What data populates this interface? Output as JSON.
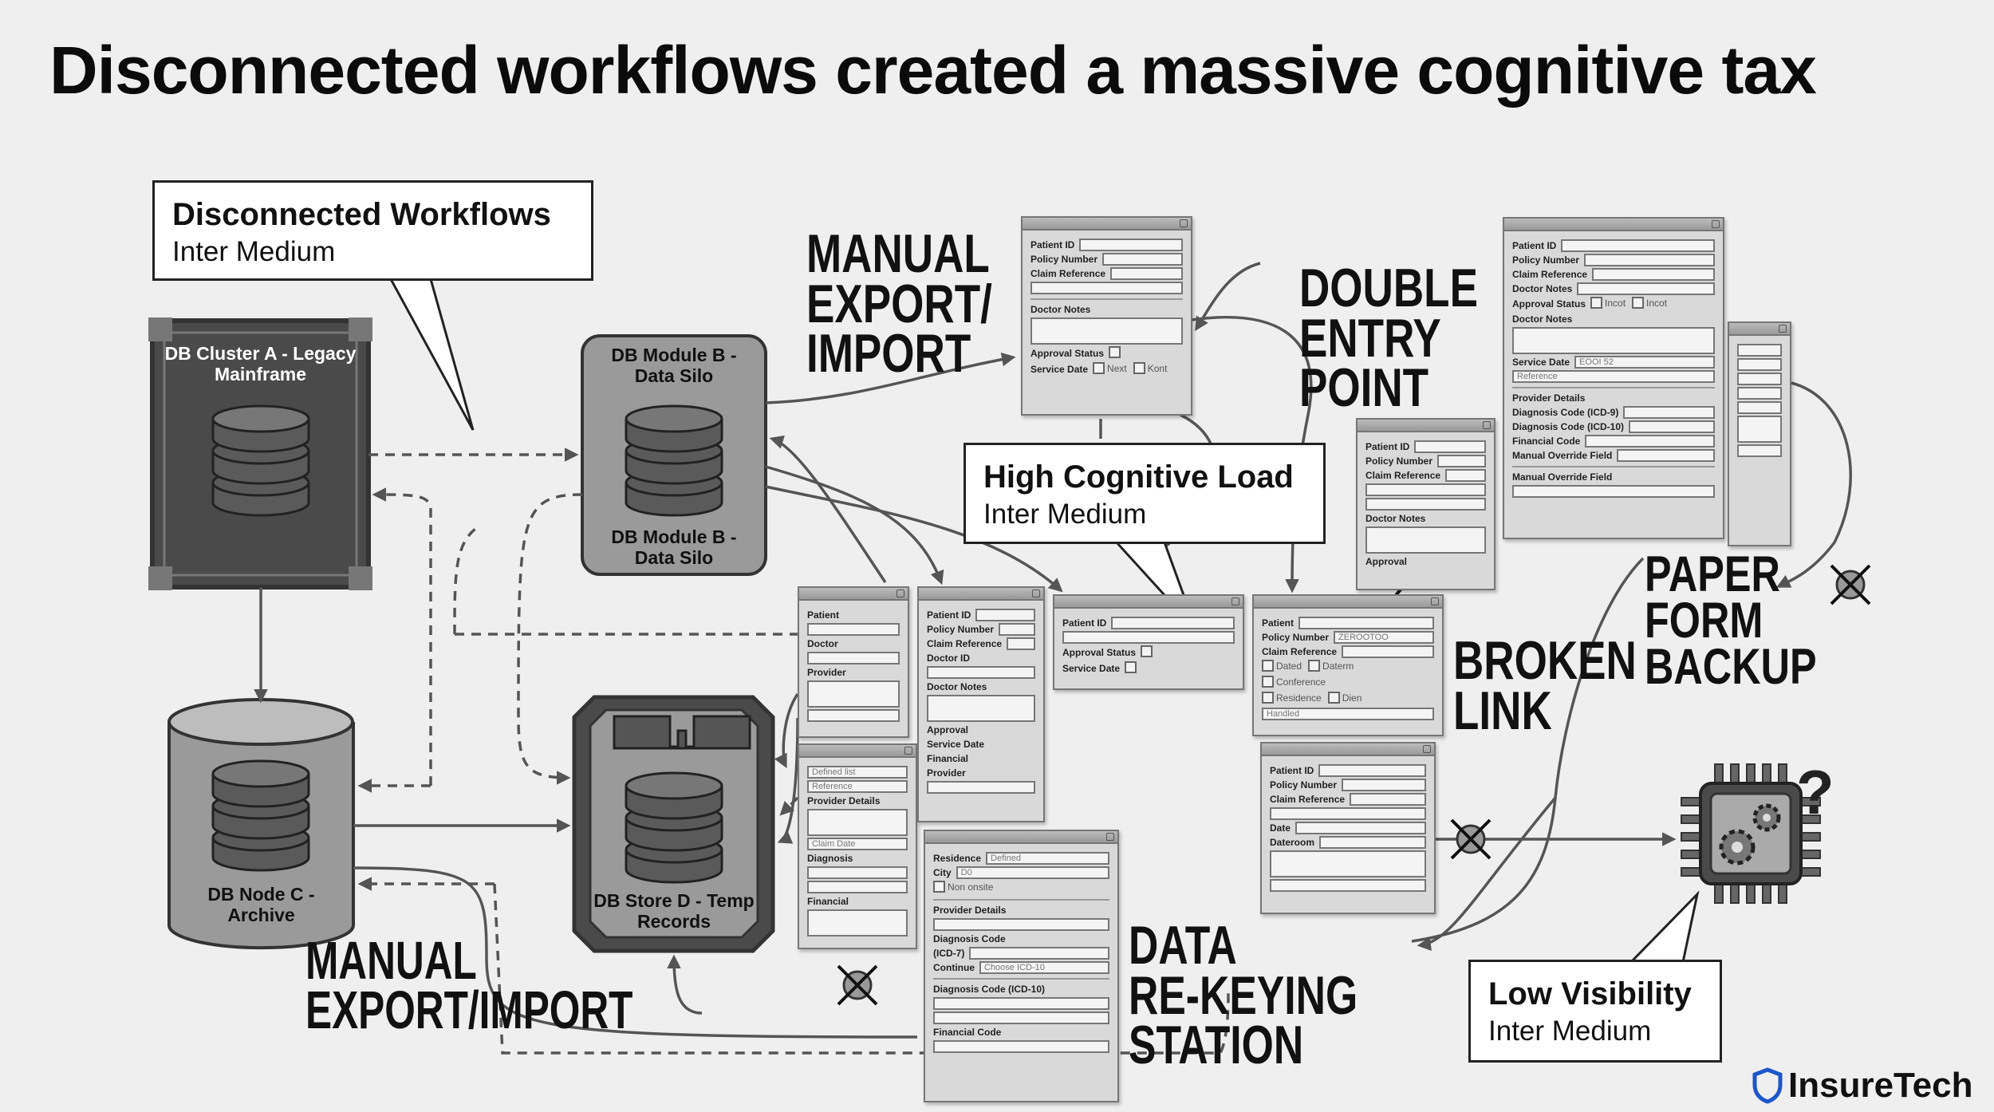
{
  "title": "Disconnected workflows created a massive cognitive tax",
  "callouts": {
    "disconnected": {
      "heading": "Disconnected Workflows",
      "sub": "Inter Medium"
    },
    "cognitive": {
      "heading": "High Cognitive Load",
      "sub": "Inter Medium"
    },
    "visibility": {
      "heading": "Low Visibility",
      "sub": "Inter Medium"
    }
  },
  "databases": {
    "a": "DB Cluster A - Legacy Mainframe",
    "b_top": "DB Module B - Data Silo",
    "b_bottom": "DB Module B - Data Silo",
    "c": "DB Node C - Archive",
    "d": "DB Store D - Temp Records"
  },
  "labels": {
    "manual_top": [
      "MANUAL",
      "EXPORT/",
      "IMPORT"
    ],
    "manual_bottom": [
      "MANUAL",
      "EXPORT/IMPORT"
    ],
    "double_entry": [
      "DOUBLE",
      "ENTRY",
      "POINT"
    ],
    "paper": [
      "PAPER",
      "FORM",
      "BACKUP"
    ],
    "broken": [
      "BROKEN",
      "LINK"
    ],
    "rekeying": [
      "DATA",
      "RE-KEYING",
      "STATION"
    ]
  },
  "logo": {
    "text": "InsureTech",
    "icon": "shield-icon"
  },
  "icons": [
    "database-icon",
    "broken-link-x-icon",
    "chip-gears-icon",
    "question-mark-icon",
    "arrow-icon"
  ],
  "colors": {
    "background": "#efefef",
    "db_dark": "#4a4a4a",
    "db_light": "#9a9a9a",
    "form": "#d9d9d9",
    "line": "#555555"
  },
  "forms": {
    "export": [
      {
        "t": "input",
        "label": "Patient ID"
      },
      {
        "t": "input",
        "label": "Policy Number"
      },
      {
        "t": "input",
        "label": "Claim Reference"
      },
      {
        "t": "full",
        "value": ""
      },
      {
        "t": "head",
        "label": "Doctor Notes"
      },
      {
        "t": "ta"
      },
      {
        "t": "check",
        "label": "Approval Status",
        "opts": [
          ""
        ]
      },
      {
        "t": "check",
        "label": "Service Date",
        "opts": [
          "Next",
          "Kont"
        ]
      }
    ],
    "double": [
      {
        "t": "input",
        "label": "Patient ID"
      },
      {
        "t": "input",
        "label": "Policy Number"
      },
      {
        "t": "input",
        "label": "Claim Reference"
      },
      {
        "t": "input",
        "label": "Doctor Notes"
      },
      {
        "t": "check",
        "label": "Approval Status",
        "opts": [
          "Incot",
          "Incot"
        ]
      },
      {
        "t": "label",
        "label": "Doctor Notes"
      },
      {
        "t": "ta"
      },
      {
        "t": "input",
        "label": "Service Date",
        "value": "EOOI 52"
      },
      {
        "t": "full",
        "value": "Reference"
      },
      {
        "t": "head",
        "label": "Provider Details"
      },
      {
        "t": "input",
        "label": "Diagnosis Code (ICD-9)"
      },
      {
        "t": "input",
        "label": "Diagnosis Code (ICD-10)"
      },
      {
        "t": "input",
        "label": "Financial Code"
      },
      {
        "t": "input",
        "label": "Manual Override Field"
      },
      {
        "t": "head",
        "label": "Manual Override Field"
      },
      {
        "t": "full",
        "value": ""
      }
    ],
    "double_back": [
      {
        "t": "input",
        "label": "Patient ID"
      },
      {
        "t": "input",
        "label": "Policy Number"
      },
      {
        "t": "input",
        "label": "Claim Reference"
      },
      {
        "t": "full",
        "value": ""
      },
      {
        "t": "full",
        "value": ""
      },
      {
        "t": "label",
        "label": "Doctor Notes"
      },
      {
        "t": "ta"
      },
      {
        "t": "label",
        "label": "Approval"
      }
    ],
    "paper_back": [
      {
        "t": "full",
        "value": ""
      },
      {
        "t": "full",
        "value": ""
      },
      {
        "t": "full",
        "value": ""
      },
      {
        "t": "full",
        "value": ""
      },
      {
        "t": "full",
        "value": ""
      },
      {
        "t": "ta"
      },
      {
        "t": "full",
        "value": ""
      }
    ],
    "c1": [
      {
        "t": "label",
        "label": "Patient"
      },
      {
        "t": "full",
        "value": ""
      },
      {
        "t": "label",
        "label": "Doctor"
      },
      {
        "t": "full",
        "value": ""
      },
      {
        "t": "label",
        "label": "Provider"
      },
      {
        "t": "ta"
      },
      {
        "t": "full",
        "value": ""
      }
    ],
    "c2": [
      {
        "t": "input",
        "label": "Patient ID"
      },
      {
        "t": "input",
        "label": "Policy Number"
      },
      {
        "t": "input",
        "label": "Claim Reference"
      },
      {
        "t": "label",
        "label": "Doctor ID"
      },
      {
        "t": "full",
        "value": ""
      },
      {
        "t": "label",
        "label": "Doctor Notes"
      },
      {
        "t": "ta"
      },
      {
        "t": "label",
        "label": "Approval"
      },
      {
        "t": "label",
        "label": "Service Date"
      },
      {
        "t": "label",
        "label": "Financial"
      },
      {
        "t": "label",
        "label": "Provider"
      },
      {
        "t": "full",
        "value": ""
      }
    ],
    "c3": [
      {
        "t": "full",
        "value": "Defined list"
      },
      {
        "t": "full",
        "value": "Reference"
      },
      {
        "t": "label",
        "label": "Provider Details"
      },
      {
        "t": "ta"
      },
      {
        "t": "full",
        "value": "Claim Date"
      },
      {
        "t": "label",
        "label": "Diagnosis"
      },
      {
        "t": "full",
        "value": ""
      },
      {
        "t": "full",
        "value": ""
      },
      {
        "t": "label",
        "label": "Financial"
      },
      {
        "t": "ta"
      }
    ],
    "c4": [
      {
        "t": "input",
        "label": "Patient ID"
      },
      {
        "t": "full",
        "value": ""
      },
      {
        "t": "check",
        "label": "Approval Status",
        "opts": []
      },
      {
        "t": "check",
        "label": "Service Date",
        "opts": []
      }
    ],
    "c5": [
      {
        "t": "input",
        "label": "Patient"
      },
      {
        "t": "input",
        "label": "Policy Number",
        "value": "ZEROOTOO"
      },
      {
        "t": "input",
        "label": "Claim Reference"
      },
      {
        "t": "check",
        "label": "",
        "opts": [
          "Dated",
          "Daterm"
        ]
      },
      {
        "t": "check",
        "label": "",
        "opts": [
          "Conference"
        ]
      },
      {
        "t": "check",
        "label": "",
        "opts": [
          "Residence",
          "Dien"
        ]
      },
      {
        "t": "full",
        "value": "Handled"
      }
    ],
    "c7": [
      {
        "t": "input",
        "label": "Patient ID"
      },
      {
        "t": "input",
        "label": "Policy Number"
      },
      {
        "t": "input",
        "label": "Claim Reference"
      },
      {
        "t": "full",
        "value": ""
      },
      {
        "t": "input",
        "label": "Date",
        "value": ""
      },
      {
        "t": "input",
        "label": "Dateroom"
      },
      {
        "t": "ta"
      },
      {
        "t": "full",
        "value": ""
      }
    ],
    "main": [
      {
        "t": "input",
        "label": "Residence",
        "value": "Defined"
      },
      {
        "t": "input",
        "label": "City",
        "value": "D0"
      },
      {
        "t": "check",
        "label": "",
        "opts": [
          "Non onsite"
        ]
      },
      {
        "t": "head",
        "label": "Provider Details"
      },
      {
        "t": "full",
        "value": ""
      },
      {
        "t": "label",
        "label": "Diagnosis Code"
      },
      {
        "t": "input",
        "label": "(ICD-7)"
      },
      {
        "t": "input",
        "label": "Continue",
        "value": "Choose ICD-10"
      },
      {
        "t": "head",
        "label": "Diagnosis Code (ICD-10)"
      },
      {
        "t": "full",
        "value": ""
      },
      {
        "t": "full",
        "value": ""
      },
      {
        "t": "label",
        "label": "Financial Code"
      },
      {
        "t": "full",
        "value": ""
      }
    ]
  }
}
